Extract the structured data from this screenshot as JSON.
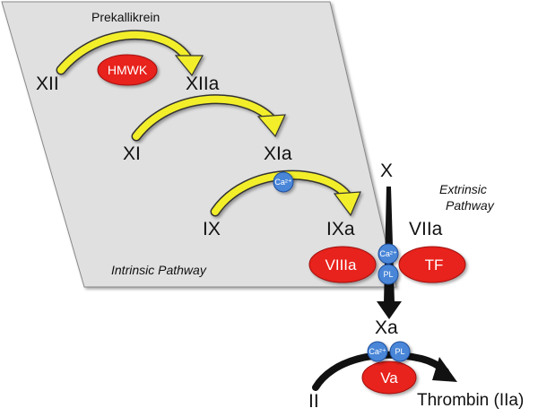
{
  "regions": {
    "intrinsic_label": "Intrinsic Pathway",
    "extrinsic_label_line1": "Extrinsic",
    "extrinsic_label_line2": "Pathway"
  },
  "factors": {
    "prekallikrein": "Prekallikrein",
    "xii": "XII",
    "xiia": "XIIa",
    "xi": "XI",
    "xia": "XIa",
    "ix": "IX",
    "ixa": "IXa",
    "x": "X",
    "viia": "VIIa",
    "xa": "Xa",
    "ii": "II",
    "thrombin": "Thrombin (IIa)"
  },
  "cofactors": {
    "hmwk": "HMWK",
    "viiia": "VIIIa",
    "tf": "TF",
    "va": "Va",
    "ca": "Ca²⁺",
    "pl": "PL"
  },
  "colors": {
    "panel": "#e0e0e0",
    "arrow_yellow": "#f2ee2a",
    "oval_red": "#e8231b",
    "circle_blue": "#4a86d8",
    "arrow_black": "#111111"
  }
}
